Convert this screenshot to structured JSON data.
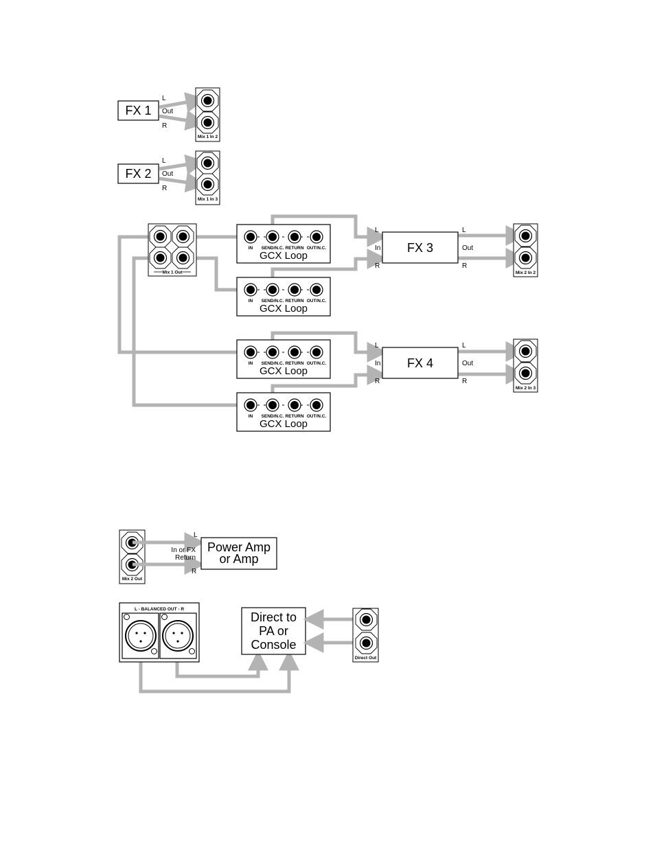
{
  "colors": {
    "cable": "#b3b3b3",
    "ink": "#000000",
    "background": "#ffffff"
  },
  "fx1": {
    "name": "FX 1",
    "l": "L",
    "out": "Out",
    "r": "R",
    "jack_label": "Mix 1 In 2"
  },
  "fx2": {
    "name": "FX 2",
    "l": "L",
    "out": "Out",
    "r": "R",
    "jack_label": "Mix 1 In 3"
  },
  "mix1out": {
    "label": "Mix 1 Out"
  },
  "gcx": {
    "title": "GCX Loop",
    "jacks": [
      "IN",
      "SEND/N.C.",
      "RETURN",
      "OUT/N.C."
    ]
  },
  "fx3": {
    "name": "FX 3",
    "in_l": "L",
    "in": "In",
    "in_r": "R",
    "out_l": "L",
    "out": "Out",
    "out_r": "R",
    "jack_label": "Mix 2 In 2"
  },
  "fx4": {
    "name": "FX 4",
    "in_l": "L",
    "in": "In",
    "in_r": "R",
    "out_l": "L",
    "out": "Out",
    "out_r": "R",
    "jack_label": "Mix 2 In 3"
  },
  "power_amp": {
    "line1": "Power Amp",
    "line2": "or Amp",
    "l": "L",
    "in_line1": "In or FX",
    "in_line2": "Return",
    "r": "R",
    "jack_label": "Mix 2 Out"
  },
  "balanced": {
    "label": "L - BALANCED OUT - R"
  },
  "direct": {
    "line1": "Direct to",
    "line2": "PA or",
    "line3": "Console",
    "jack_label": "Direct Out"
  }
}
